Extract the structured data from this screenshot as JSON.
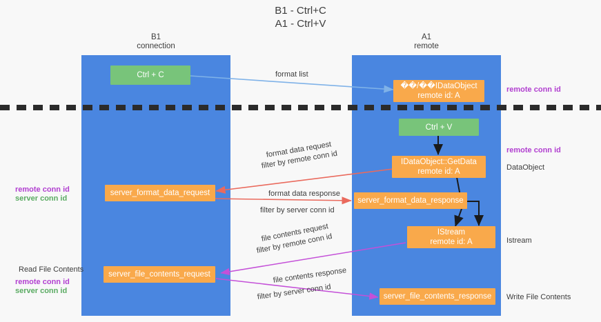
{
  "title": {
    "line1": "B1 - Ctrl+C",
    "line2": "A1 - Ctrl+V"
  },
  "columns": {
    "left": {
      "name": "B1",
      "role": "connection"
    },
    "right": {
      "name": "A1",
      "role": "remote"
    }
  },
  "colors": {
    "lane": "#4a86e0",
    "green_node": "#78c47a",
    "orange_node": "#f9a94b",
    "purple_text": "#b13fd0",
    "green_text": "#5aab62",
    "blue_arrow": "#7fb2e8",
    "red_arrow": "#ea6a5d",
    "magenta_arrow": "#c450d8",
    "black_arrow": "#1a1a1a",
    "divider": "#2b2b2b",
    "background": "#f8f8f8"
  },
  "nodes": {
    "ctrl_c": {
      "l1": "Ctrl + C",
      "l2": ""
    },
    "idataobject": {
      "l1": "��/��IDataObject",
      "l2": "remote id: A"
    },
    "ctrl_v": {
      "l1": "Ctrl + V",
      "l2": ""
    },
    "getdata": {
      "l1": "IDataObject::GetData",
      "l2": "remote id: A"
    },
    "fmt_req": {
      "l1": "server_format_data_request",
      "l2": ""
    },
    "fmt_resp": {
      "l1": "server_format_data_response",
      "l2": ""
    },
    "istream": {
      "l1": "IStream",
      "l2": "remote id: A"
    },
    "file_req": {
      "l1": "server_file_contents_request",
      "l2": ""
    },
    "file_resp": {
      "l1": "server_file_contents_response",
      "l2": ""
    }
  },
  "edge_labels": {
    "format_list": {
      "text": "format list"
    },
    "fmt_req_a": {
      "text": "format data request"
    },
    "fmt_req_b1": {
      "text": "filter by "
    },
    "fmt_req_b2": {
      "text": "remote conn id"
    },
    "fmt_resp_a": {
      "text": "format data response"
    },
    "fmt_resp_b1": {
      "text": "filter by "
    },
    "fmt_resp_b2": {
      "text": "server conn id"
    },
    "file_req_a": {
      "text": "file contents request"
    },
    "file_req_b1": {
      "text": "filter by "
    },
    "file_req_b2": {
      "text": "remote conn id"
    },
    "file_resp_a": {
      "text": "file contents response"
    },
    "file_resp_b1": {
      "text": "filter by "
    },
    "file_resp_b2": {
      "text": "server conn id"
    }
  },
  "side_labels": {
    "right_remote_conn_top": "remote conn id",
    "right_remote_conn_mid": "remote conn id",
    "right_dataobject": "DataObject",
    "right_istream": "Istream",
    "right_write_file": "Write File Contents",
    "left_remote_conn": "remote conn id",
    "left_server_conn": "server conn id",
    "left_read_file": "Read File Contents",
    "left_remote_conn_2": "remote conn id",
    "left_server_conn_2": "server conn id"
  }
}
